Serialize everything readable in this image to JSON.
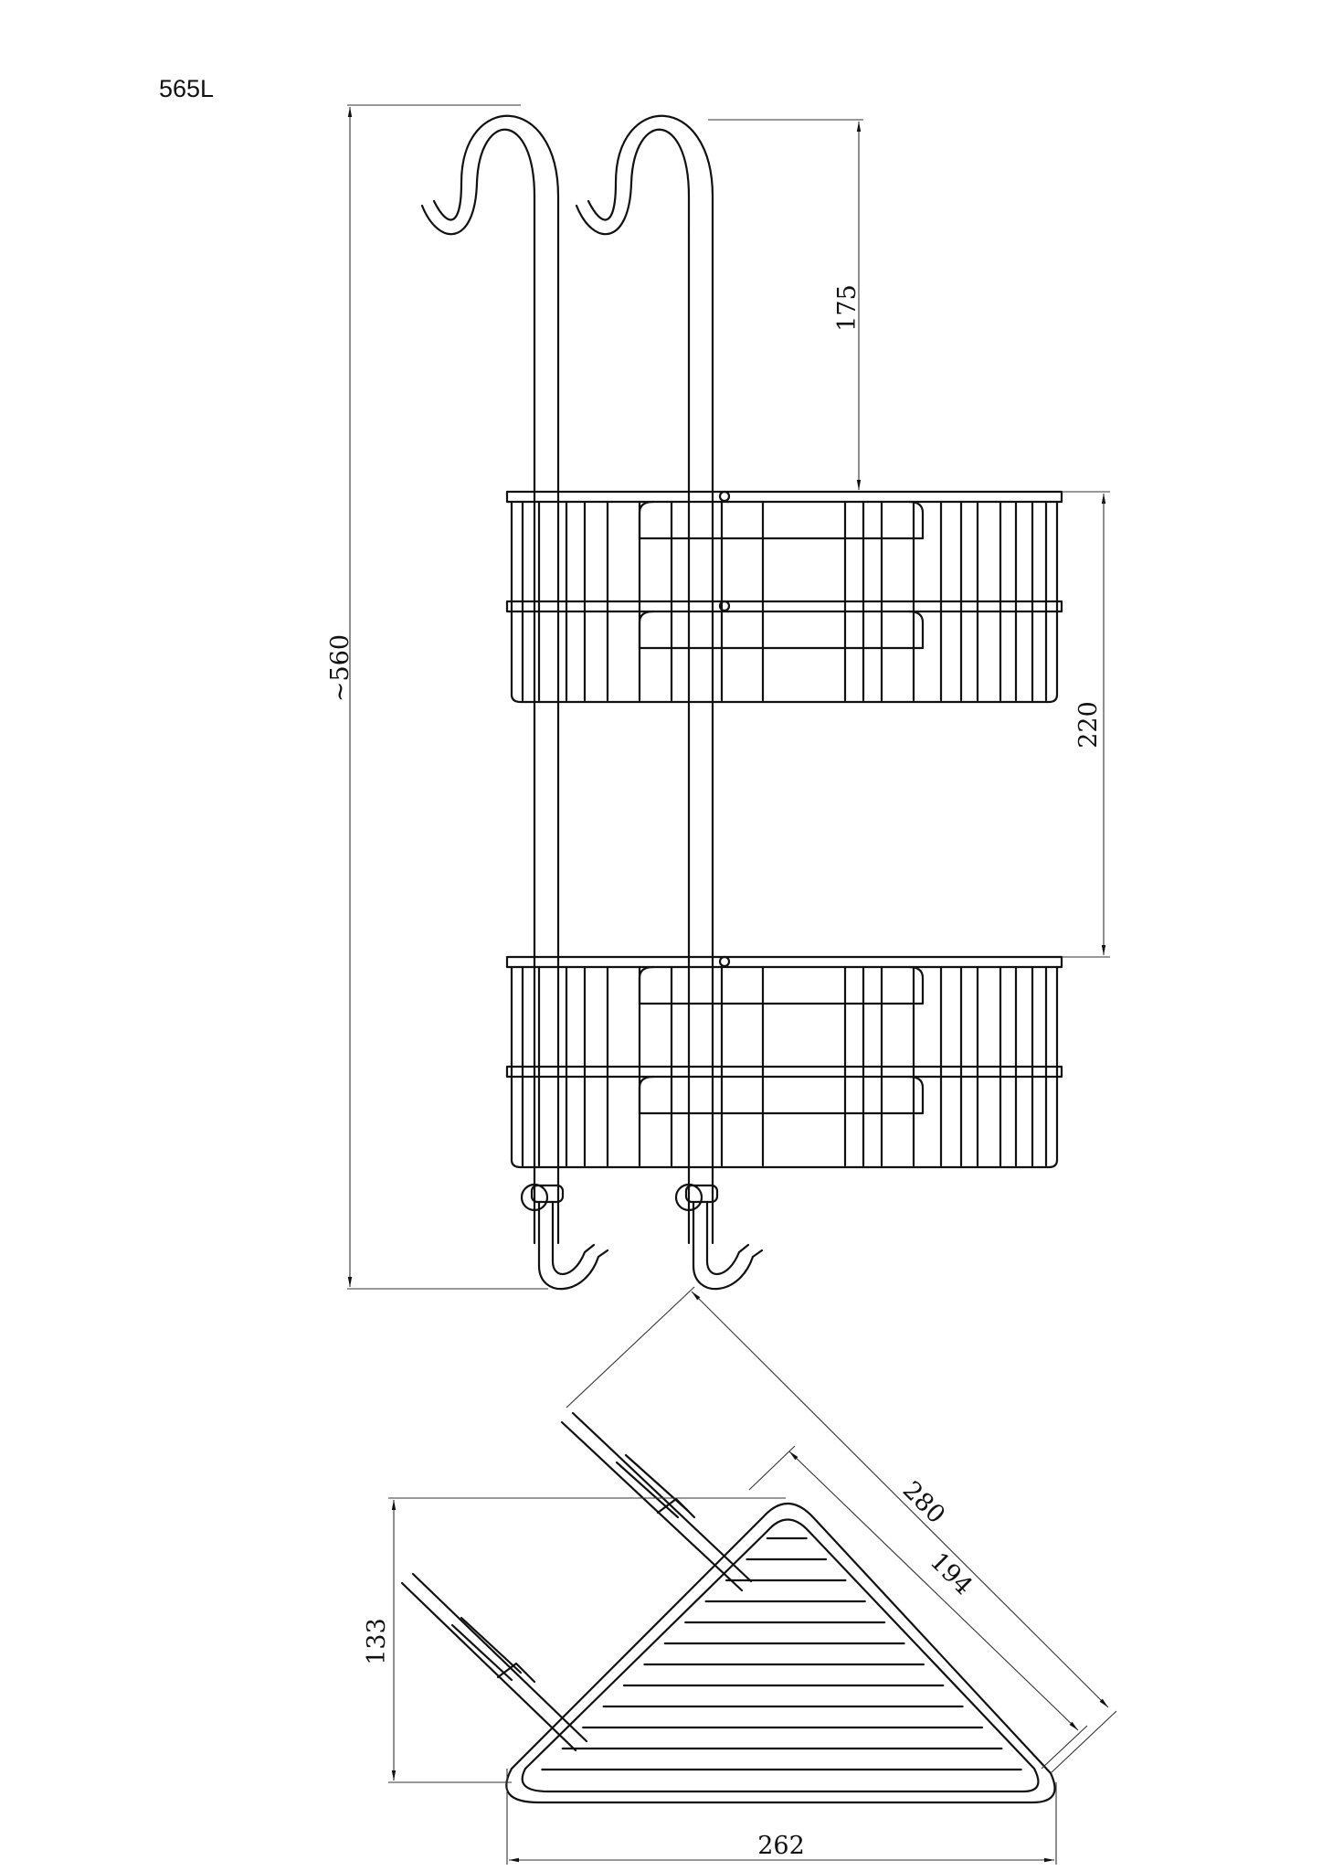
{
  "model": "565L",
  "dimensions": {
    "total_height": "~560",
    "hook_to_basket": "175",
    "basket_spacing": "220",
    "width": "262",
    "depth": "133",
    "diagonal_outer": "280",
    "diagonal_inner": "194"
  }
}
